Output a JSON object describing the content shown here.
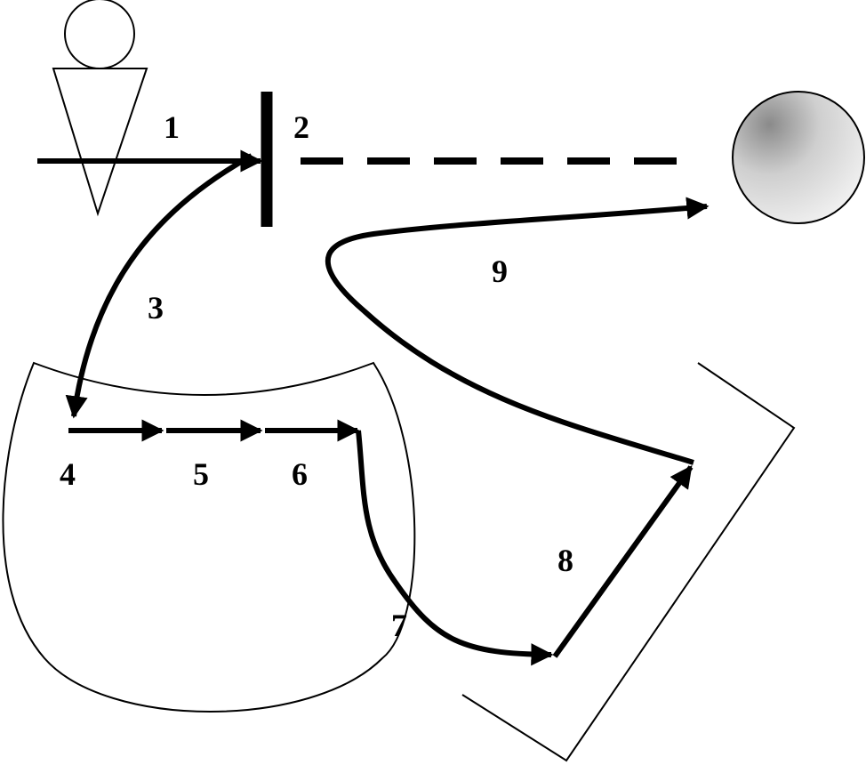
{
  "diagram": {
    "colors": {
      "ink": "#000000",
      "paper": "#ffffff",
      "sphere_light": "#f2f2f2",
      "sphere_dark": "#8a8a8a"
    },
    "figures": {
      "person": "person-figure-icon",
      "sphere": "sphere-icon"
    },
    "labels": {
      "l1": "1",
      "l2": "2",
      "l3": "3",
      "l4": "4",
      "l5": "5",
      "l6": "6",
      "l7": "7",
      "l8": "8",
      "l9": "9"
    }
  }
}
